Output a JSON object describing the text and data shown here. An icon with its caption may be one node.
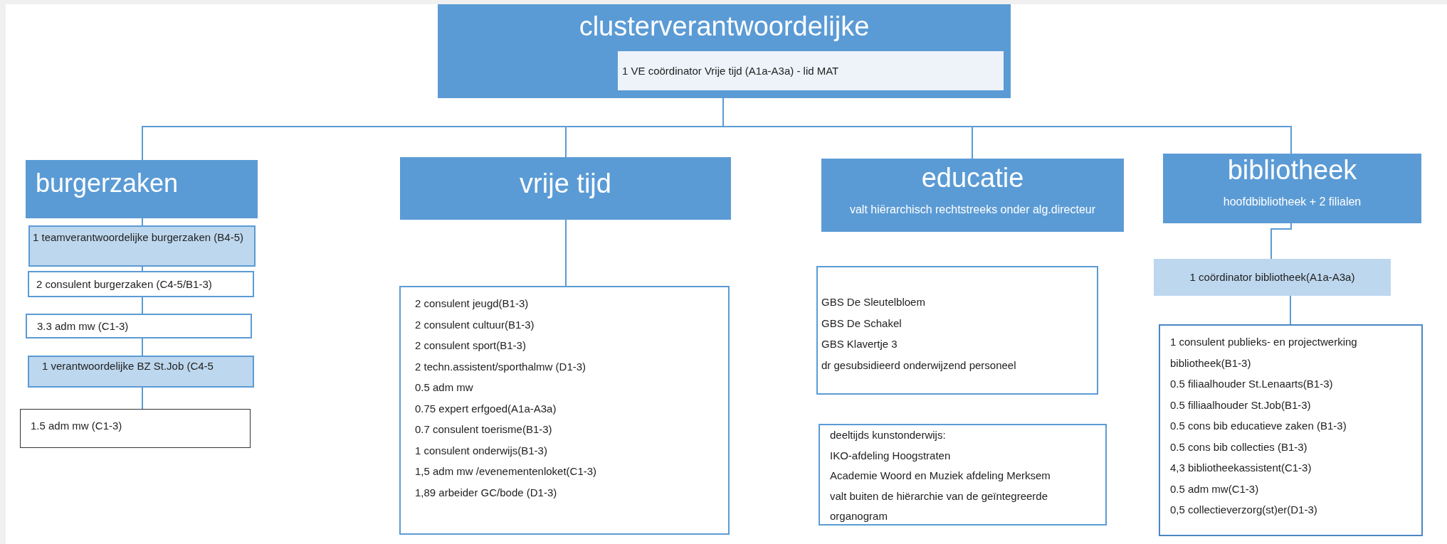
{
  "diagram": {
    "nodes": [
      {
        "text": [
          "clusterverantwoordelijke"
        ]
      },
      {
        "text": [
          "1 VE coördinator Vrije tijd (A1a-A3a) - lid MAT"
        ],
        "in": 0
      },
      {
        "text": [
          "burgerzaken"
        ]
      },
      {
        "text": [
          "1 teamverantwoordelijke burgerzaken (B4-5)"
        ]
      },
      {
        "text": [
          "2 consulent burgerzaken (C4-5/B1-3)"
        ]
      },
      {
        "text": [
          "3.3 adm mw (C1-3)"
        ]
      },
      {
        "text": [
          "1 verantwoordelijke BZ St.Job (C4-5"
        ]
      },
      {
        "text": [
          "1.5 adm mw (C1-3)"
        ]
      },
      {
        "text": [
          "vrije tijd"
        ]
      },
      {
        "text": [
          "2 consulent jeugd(B1-3)",
          "2 consulent cultuur(B1-3)",
          "2 consulent sport(B1-3)",
          "2 techn.assistent/sporthalmw (D1-3)",
          "0.5 adm mw",
          "0.75 expert erfgoed(A1a-A3a)",
          "0.7 consulent toerisme(B1-3)",
          "1 consulent onderwijs(B1-3)",
          "1,5 adm mw /evenementenloket(C1-3)",
          "1,89 arbeider GC/bode (D1-3)"
        ]
      },
      {
        "text": [
          "educatie",
          "valt hiërarchisch rechtstreeks onder alg.directeur"
        ]
      },
      {
        "text": [
          "GBS De Sleutelbloem",
          "GBS De Schakel",
          "GBS Klavertje 3",
          "dr gesubsidieerd onderwijzend personeel"
        ]
      },
      {
        "text": [
          "deeltijds kunstonderwijs:",
          "IKO-afdeling Hoogstraten",
          "Academie Woord en Muziek afdeling Merksem",
          "valt buiten de hiërarchie van de geïntegreerde organogram"
        ]
      },
      {
        "text": [
          "bibliotheek",
          "hoofdbibliotheek + 2 filialen"
        ]
      },
      {
        "text": [
          "1 coördinator bibliotheek(A1a-A3a)"
        ]
      },
      {
        "text": [
          "1 consulent publieks- en projectwerking bibliotheek(B1-3)",
          "0.5 filiaalhouder St.Lenaarts(B1-3)",
          "0.5 filliaalhouder St.Job(B1-3)",
          "0.5 cons bib educatieve zaken (B1-3)",
          "0.5 cons bib collecties (B1-3)",
          "4,3 bibliotheekassistent(C1-3)",
          "0.5 adm mw(C1-3)",
          "0,5 collectieverzorg(st)er(D1-3)"
        ]
      }
    ],
    "edges": [
      {
        "from": 0,
        "to": 2,
        "arrow": "none"
      },
      {
        "from": 0,
        "to": 8,
        "arrow": "none"
      },
      {
        "from": 0,
        "to": 10,
        "arrow": "none"
      },
      {
        "from": 0,
        "to": 13,
        "arrow": "none"
      },
      {
        "from": 2,
        "to": 3,
        "arrow": "none"
      },
      {
        "from": 3,
        "to": 4,
        "arrow": "none"
      },
      {
        "from": 4,
        "to": 5,
        "arrow": "none"
      },
      {
        "from": 5,
        "to": 6,
        "arrow": "none"
      },
      {
        "from": 6,
        "to": 7,
        "arrow": "none"
      },
      {
        "from": 8,
        "to": 9,
        "arrow": "none"
      },
      {
        "from": 13,
        "to": 14,
        "arrow": "none"
      },
      {
        "from": 14,
        "to": 15,
        "arrow": "none"
      }
    ]
  }
}
